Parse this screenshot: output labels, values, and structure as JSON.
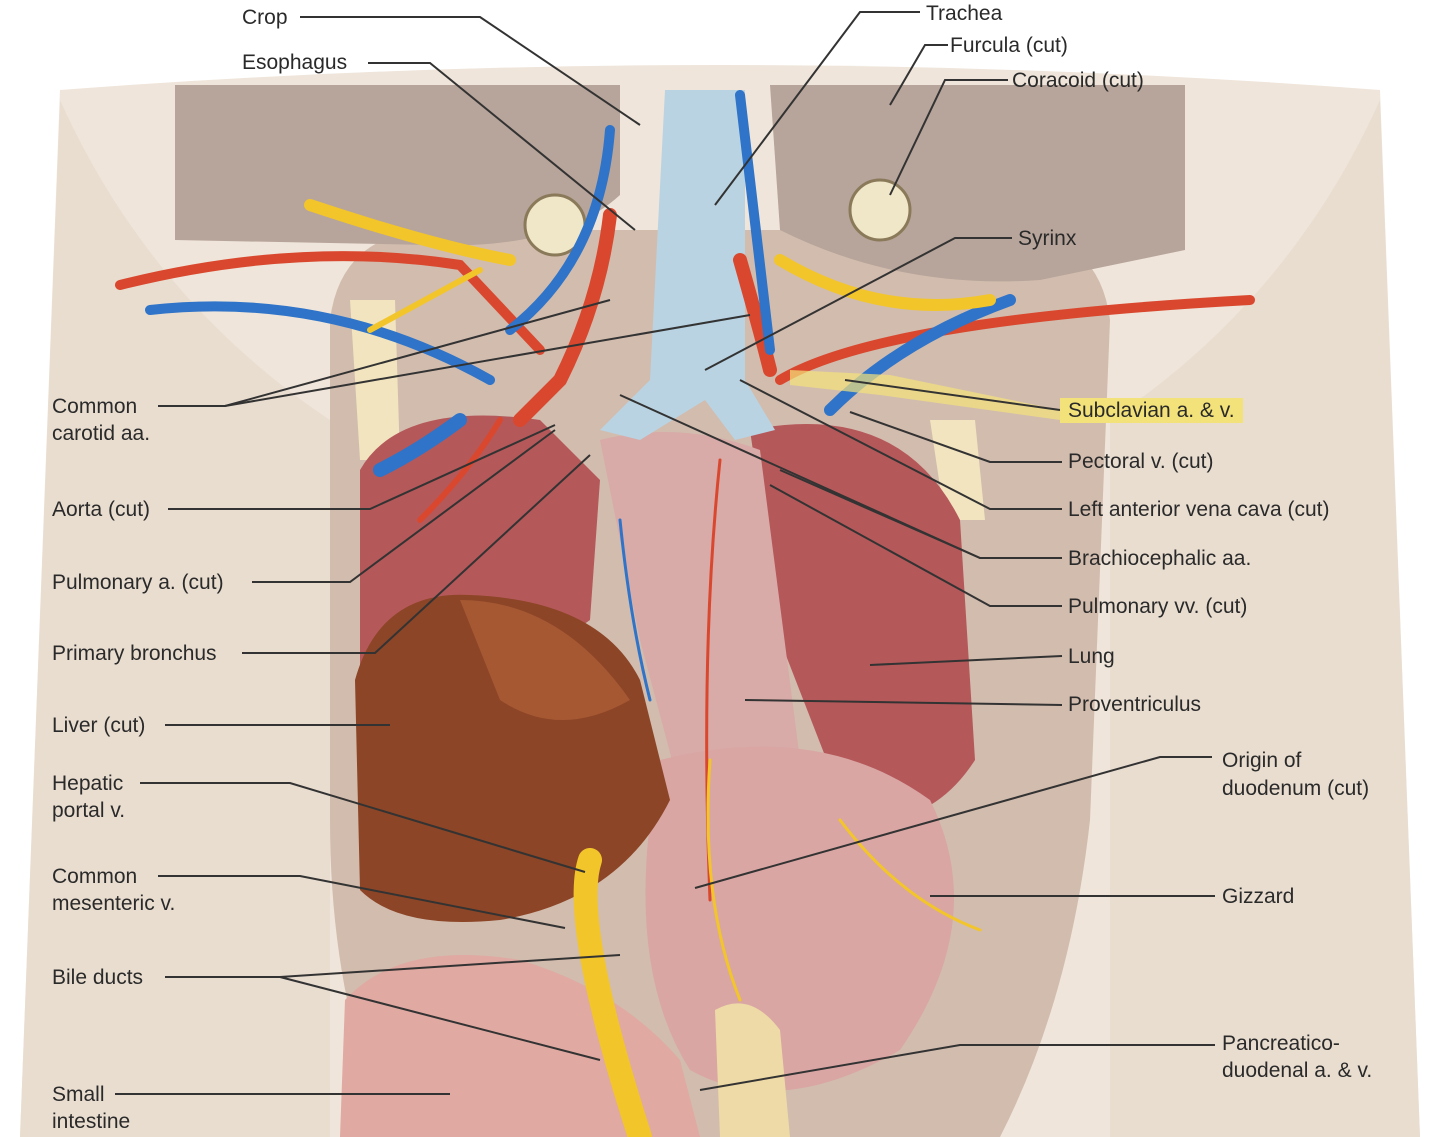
{
  "labels": {
    "crop": "Crop",
    "esophagus": "Esophagus",
    "trachea": "Trachea",
    "furcula": "Furcula (cut)",
    "coracoid": "Coracoid (cut)",
    "syrinx": "Syrinx",
    "common_carotid_1": "Common",
    "common_carotid_2": "carotid aa.",
    "subclavian": "Subclavian a. & v.",
    "pectoral": "Pectoral v. (cut)",
    "aorta": "Aorta (cut)",
    "left_anterior_vena_cava": "Left anterior vena cava (cut)",
    "brachiocephalic": "Brachiocephalic aa.",
    "pulmonary_a": "Pulmonary a. (cut)",
    "pulmonary_vv": "Pulmonary vv. (cut)",
    "primary_bronchus": "Primary bronchus",
    "lung": "Lung",
    "liver": "Liver (cut)",
    "proventriculus": "Proventriculus",
    "hepatic_portal_1": "Hepatic",
    "hepatic_portal_2": "portal v.",
    "origin_duodenum_1": "Origin of",
    "origin_duodenum_2": "duodenum (cut)",
    "common_mesenteric_1": "Common",
    "common_mesenteric_2": "mesenteric v.",
    "gizzard": "Gizzard",
    "bile_ducts": "Bile ducts",
    "pancreatico_1": "Pancreatico-",
    "pancreatico_2": "duodenal a. & v.",
    "small_intestine_1": "Small",
    "small_intestine_2": "intestine"
  },
  "colors": {
    "highlight": "#f3e27a",
    "artery": "#d9482e",
    "vein": "#2f74c8",
    "nerve": "#f2c52b",
    "trachea": "#b9d3e2",
    "lung": "#b5585a",
    "liver": "#8c4526",
    "gizzard": "#d9a6a4",
    "muscle": "#e7d9cc",
    "fat": "#a48f84"
  }
}
